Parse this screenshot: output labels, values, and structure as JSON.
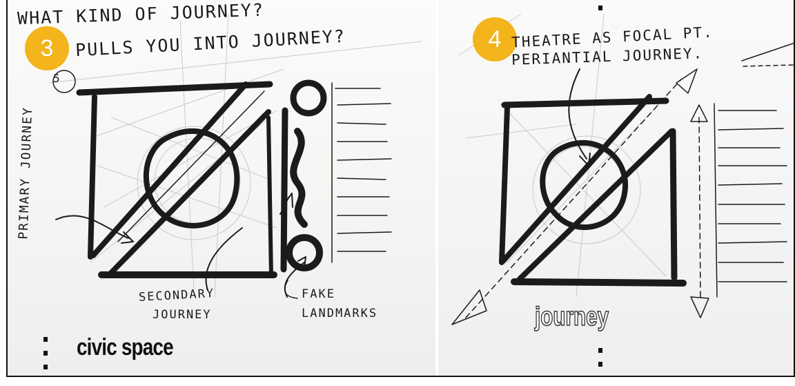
{
  "panels": [
    {
      "number": "3",
      "title_line1": "WHAT KIND OF JOURNEY?",
      "title_line2": "PULLS YOU INTO JOURNEY?",
      "circled_number": "5",
      "label_primary": "PRIMARY JOURNEY",
      "label_secondary_1": "SECONDARY",
      "label_secondary_2": "JOURNEY",
      "label_fake_1": "FAKE",
      "label_fake_2": "LANDMARKS",
      "caption": "civic space"
    },
    {
      "number": "4",
      "title_line1": "THEATRE AS FOCAL PT.",
      "title_line2": "PERIANTIAL JOURNEY.",
      "caption": "journey"
    }
  ],
  "colors": {
    "badge": "#f3b41c",
    "ink": "#1a1a1a",
    "paper": "#fbfbfa"
  }
}
